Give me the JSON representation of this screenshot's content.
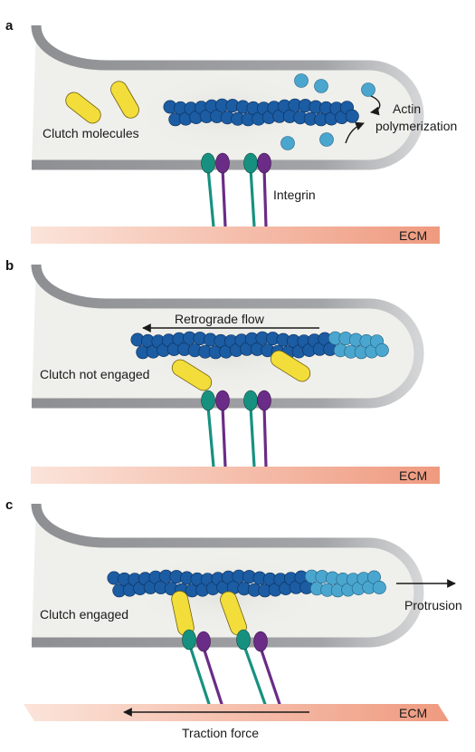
{
  "colors": {
    "cell_fill": "#efefeb",
    "membrane": "#9b9c9f",
    "actin_dark": "#1b5ca3",
    "actin_light": "#4aa6cf",
    "clutch": "#f3dd3a",
    "integrin_teal": "#17917f",
    "integrin_purple": "#6a2c86",
    "ecm_light": "#fbe3d8",
    "ecm_dark": "#ef9a7e"
  },
  "panels": [
    {
      "letter": "a",
      "labels": {
        "clutch": "Clutch molecules",
        "actin_line1": "Actin",
        "actin_line2": "polymerization",
        "integrin": "Integrin",
        "ecm": "ECM"
      }
    },
    {
      "letter": "b",
      "labels": {
        "flow": "Retrograde flow",
        "clutch": "Clutch not engaged",
        "ecm": "ECM"
      }
    },
    {
      "letter": "c",
      "labels": {
        "clutch": "Clutch engaged",
        "protrusion": "Protrusion",
        "traction": "Traction force",
        "ecm": "ECM"
      }
    }
  ]
}
